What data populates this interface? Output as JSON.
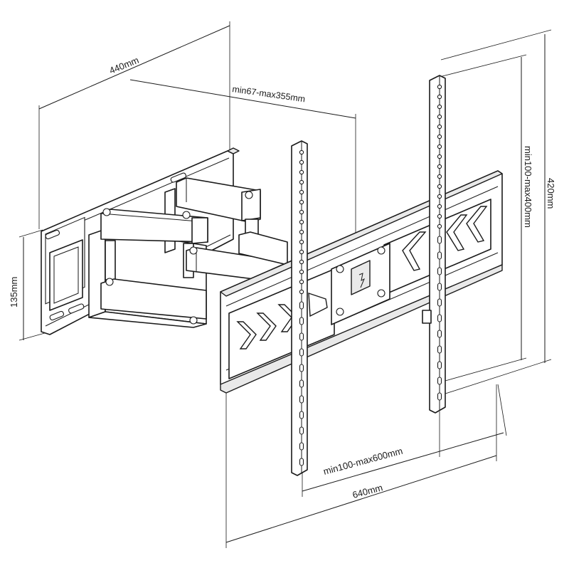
{
  "dimensions": {
    "depth_overall": "440mm",
    "arm_extension": "min67-max355mm",
    "wall_plate_height": "135mm",
    "vertical_hole_spacing": "min100-max400mm",
    "bracket_height": "420mm",
    "horizontal_hole_spacing": "min100-max600mm",
    "bracket_width": "640mm"
  },
  "colors": {
    "line": "#1a1a1a",
    "background": "#ffffff",
    "shade": "#e9e9e9"
  }
}
